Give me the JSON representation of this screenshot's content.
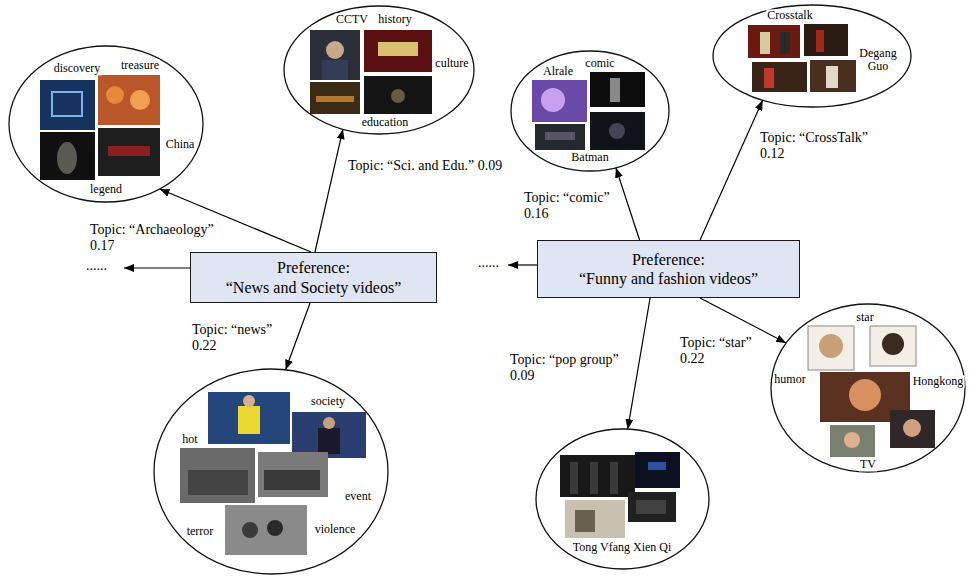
{
  "diagram": {
    "nodes": [
      {
        "text": [
          "discovery",
          "treasure",
          "China",
          "legend"
        ]
      },
      {
        "text": [
          "CCTV",
          "history",
          "culture",
          "education"
        ]
      },
      {
        "text": [
          "Alrale",
          "comic",
          "Batman"
        ]
      },
      {
        "text": [
          "Crosstalk",
          "Degang Guo"
        ]
      },
      {
        "text": [
          "Preference:",
          "“News and Society videos”"
        ]
      },
      {
        "text": [
          "Preference:",
          "“Funny and fashion videos”"
        ]
      },
      {
        "text": [
          "society",
          "hot",
          "event",
          "terror",
          "violence"
        ]
      },
      {
        "text": [
          "Tong Vfang Xien Qi"
        ]
      },
      {
        "text": [
          "star",
          "humor",
          "Hongkong",
          "TV"
        ]
      }
    ],
    "edges": [
      {
        "from": 4,
        "to": 0,
        "arrow": "to",
        "label": "Topic: “Archaeology” 0.17"
      },
      {
        "from": 4,
        "to": 1,
        "arrow": "to",
        "label": "Topic: “Sci. and Edu.” 0.09"
      },
      {
        "from": 4,
        "to": 6,
        "arrow": "to",
        "label": "Topic: “news” 0.22"
      },
      {
        "from": 5,
        "to": 2,
        "arrow": "to",
        "label": "Topic: “comic” 0.16"
      },
      {
        "from": 5,
        "to": 3,
        "arrow": "to",
        "label": "Topic: “CrossTalk” 0.12"
      },
      {
        "from": 5,
        "to": 7,
        "arrow": "to",
        "label": "Topic: “pop group” 0.09"
      },
      {
        "from": 5,
        "to": 8,
        "arrow": "to",
        "label": "Topic: “star” 0.22"
      }
    ],
    "labels": [
      "......",
      "......"
    ]
  }
}
